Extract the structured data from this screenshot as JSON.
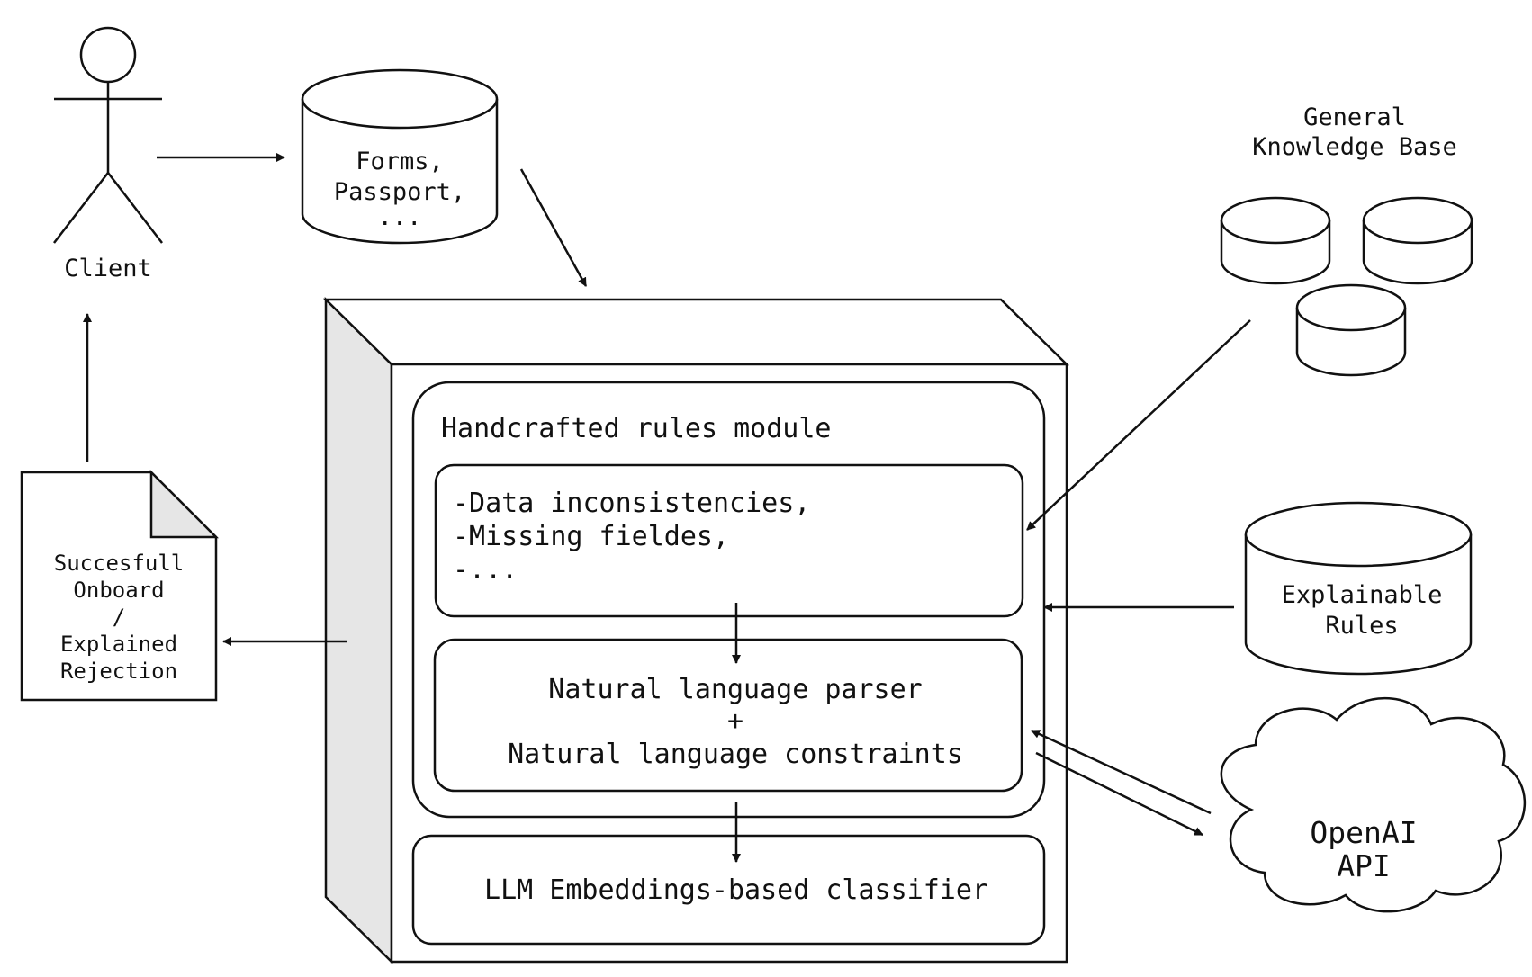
{
  "actor": {
    "label": "Client"
  },
  "input_store": {
    "lines": [
      "Forms,",
      "Passport,",
      "..."
    ]
  },
  "knowledge_base": {
    "lines": [
      "General",
      "Knowledge Base"
    ]
  },
  "rules_store": {
    "lines": [
      "Explainable",
      "Rules"
    ]
  },
  "output_document": {
    "lines": [
      "Succesfull",
      "Onboard",
      "/",
      "Explained",
      "Rejection"
    ]
  },
  "system": {
    "rules_module": {
      "title": "Handcrafted rules module",
      "checks": [
        "-Data inconsistencies,",
        "-Missing fieldes,",
        "-..."
      ]
    },
    "parser": {
      "lines": [
        "Natural language parser",
        "+",
        "Natural language constraints"
      ]
    },
    "classifier": {
      "label": "LLM Embeddings-based classifier"
    }
  },
  "external_api": {
    "lines": [
      "OpenAI",
      "API"
    ]
  }
}
